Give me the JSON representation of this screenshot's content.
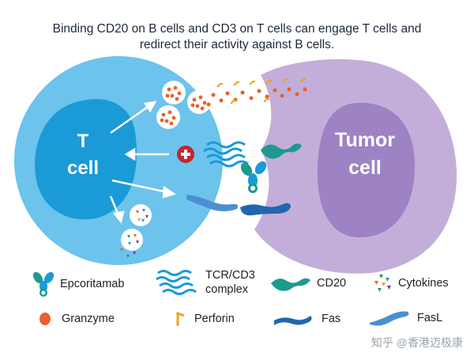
{
  "caption": {
    "line1": "Binding CD20 on B cells and CD3 on T cells can engage T cells and",
    "line2": "redirect their activity against B cells."
  },
  "cells": {
    "t_cell": {
      "line1": "T",
      "line2": "cell"
    },
    "tumor_cell": {
      "line1": "Tumor",
      "line2": "cell"
    }
  },
  "legend": {
    "epcoritamab": "Epcoritamab",
    "tcr_line1": "TCR/CD3",
    "tcr_line2": "complex",
    "cd20": "CD20",
    "cytokines": "Cytokines",
    "granzyme": "Granzyme",
    "perforin": "Perforin",
    "fas": "Fas",
    "fasl": "FasL"
  },
  "watermark": "知乎 @香港迈极康",
  "colors": {
    "t_cell_outer": "#6cc3ec",
    "t_cell_inner": "#1b9ad8",
    "tumor_outer": "#c3aed9",
    "tumor_inner": "#9d82c4",
    "granzyme": "#e8602c",
    "perforin": "#f0a21a",
    "cd20": "#1c9a8e",
    "fas": "#2266b0",
    "fasl": "#4b8fd1",
    "plus_sign": "#c1272d"
  }
}
